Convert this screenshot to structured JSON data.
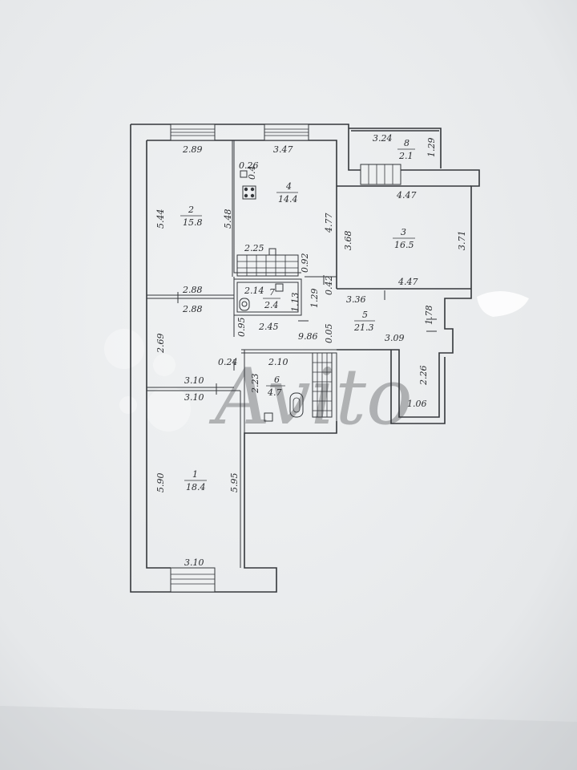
{
  "plan": {
    "rooms": [
      {
        "id": "1",
        "number": "1",
        "area": "18.4"
      },
      {
        "id": "2",
        "number": "2",
        "area": "15.8"
      },
      {
        "id": "3",
        "number": "3",
        "area": "16.5"
      },
      {
        "id": "4",
        "number": "4",
        "area": "14.4"
      },
      {
        "id": "5",
        "number": "5",
        "area": "21.3"
      },
      {
        "id": "6",
        "number": "6",
        "area": "4.7"
      },
      {
        "id": "7",
        "number": "7",
        "area": "2.4"
      },
      {
        "id": "8",
        "number": "8",
        "area": "2.1"
      }
    ],
    "dimensions": [
      "2.89",
      "3.47",
      "3.24",
      "1.29",
      "0.26",
      "0.4",
      "5.44",
      "5.48",
      "4.77",
      "4.47",
      "3.68",
      "3.71",
      "2.25",
      "0.92",
      "4.47",
      "3.36",
      "0.42",
      "2.88",
      "2.88",
      "2.14",
      "1.13",
      "1.29",
      "2.45",
      "1.78",
      "9.86",
      "0.95",
      "0.05",
      "3.09",
      "2.69",
      "0.24",
      "2.10",
      "2.26",
      "3.10",
      "2.23",
      "3.10",
      "1.06",
      "5.90",
      "5.95",
      "3.10"
    ]
  },
  "colors": {
    "paper": "#eef0f1",
    "background": "#b9bcbf",
    "line": "#34373b"
  },
  "watermark_text": "Avito"
}
